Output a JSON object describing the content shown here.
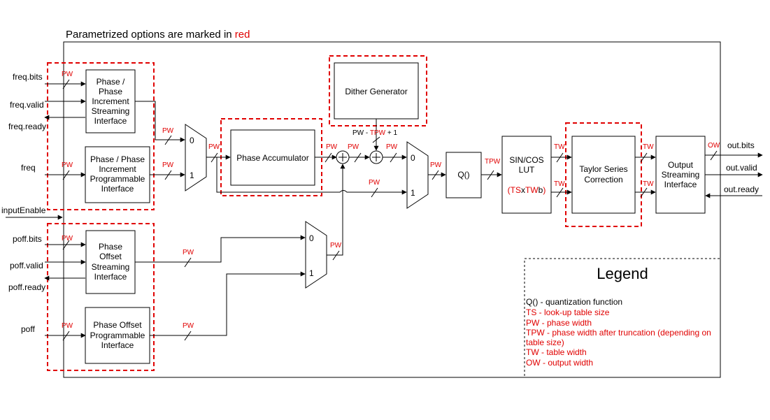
{
  "header": {
    "prefix": "Parametrized options are marked in ",
    "highlight": "red"
  },
  "colors": {
    "param": "#e00000",
    "line": "#000000"
  },
  "inputs": {
    "freq_bits": "freq.bits",
    "freq_valid": "freq.valid",
    "freq_ready": "freq.ready",
    "freq": "freq",
    "input_enable": "inputEnable",
    "poff_bits": "poff.bits",
    "poff_valid": "poff.valid",
    "poff_ready": "poff.ready",
    "poff": "poff"
  },
  "outputs": {
    "out_bits": "out.bits",
    "out_valid": "out.valid",
    "out_ready": "out.ready"
  },
  "blocks": {
    "phase_inc_stream": [
      "Phase /",
      "Phase",
      "Increment",
      "Streaming",
      "Interface"
    ],
    "phase_inc_prog": [
      "Phase / Phase",
      "Increment",
      "Programmable",
      "Interface"
    ],
    "phase_acc": "Phase Accumulator",
    "dither": "Dither Generator",
    "quant": "Q()",
    "lut": [
      "SIN/COS",
      "LUT"
    ],
    "lut_param": {
      "open": "(",
      "ts": "TS",
      "x": "x",
      "tw": "TW",
      "b": "b",
      "close": ")"
    },
    "taylor": [
      "Taylor Series",
      "Correction"
    ],
    "output_stream": [
      "Output",
      "Streaming",
      "Interface"
    ],
    "poff_stream": [
      "Phase",
      "Offset",
      "Streaming",
      "Interface"
    ],
    "poff_prog": [
      "Phase Offset",
      "Programmable",
      "Interface"
    ]
  },
  "mux": {
    "sel0": "0",
    "sel1": "1"
  },
  "widths": {
    "pw": "PW",
    "tpw": "TPW",
    "tw": "TW",
    "ow": "OW",
    "dither_expr": {
      "pw": "PW",
      "minus": " - ",
      "tpw": "TPW",
      "plus": " + 1"
    }
  },
  "legend": {
    "title": "Legend",
    "items": [
      {
        "text": "Q() - quantization function",
        "param": false
      },
      {
        "text": "TS - look-up table size",
        "param": true
      },
      {
        "text": "PW - phase width",
        "param": true
      },
      {
        "text": "TPW - phase width after truncation (depending on",
        "param": true
      },
      {
        "text": "table size)",
        "param": true
      },
      {
        "text": "TW - table width",
        "param": true
      },
      {
        "text": "OW - output width",
        "param": true
      }
    ]
  }
}
